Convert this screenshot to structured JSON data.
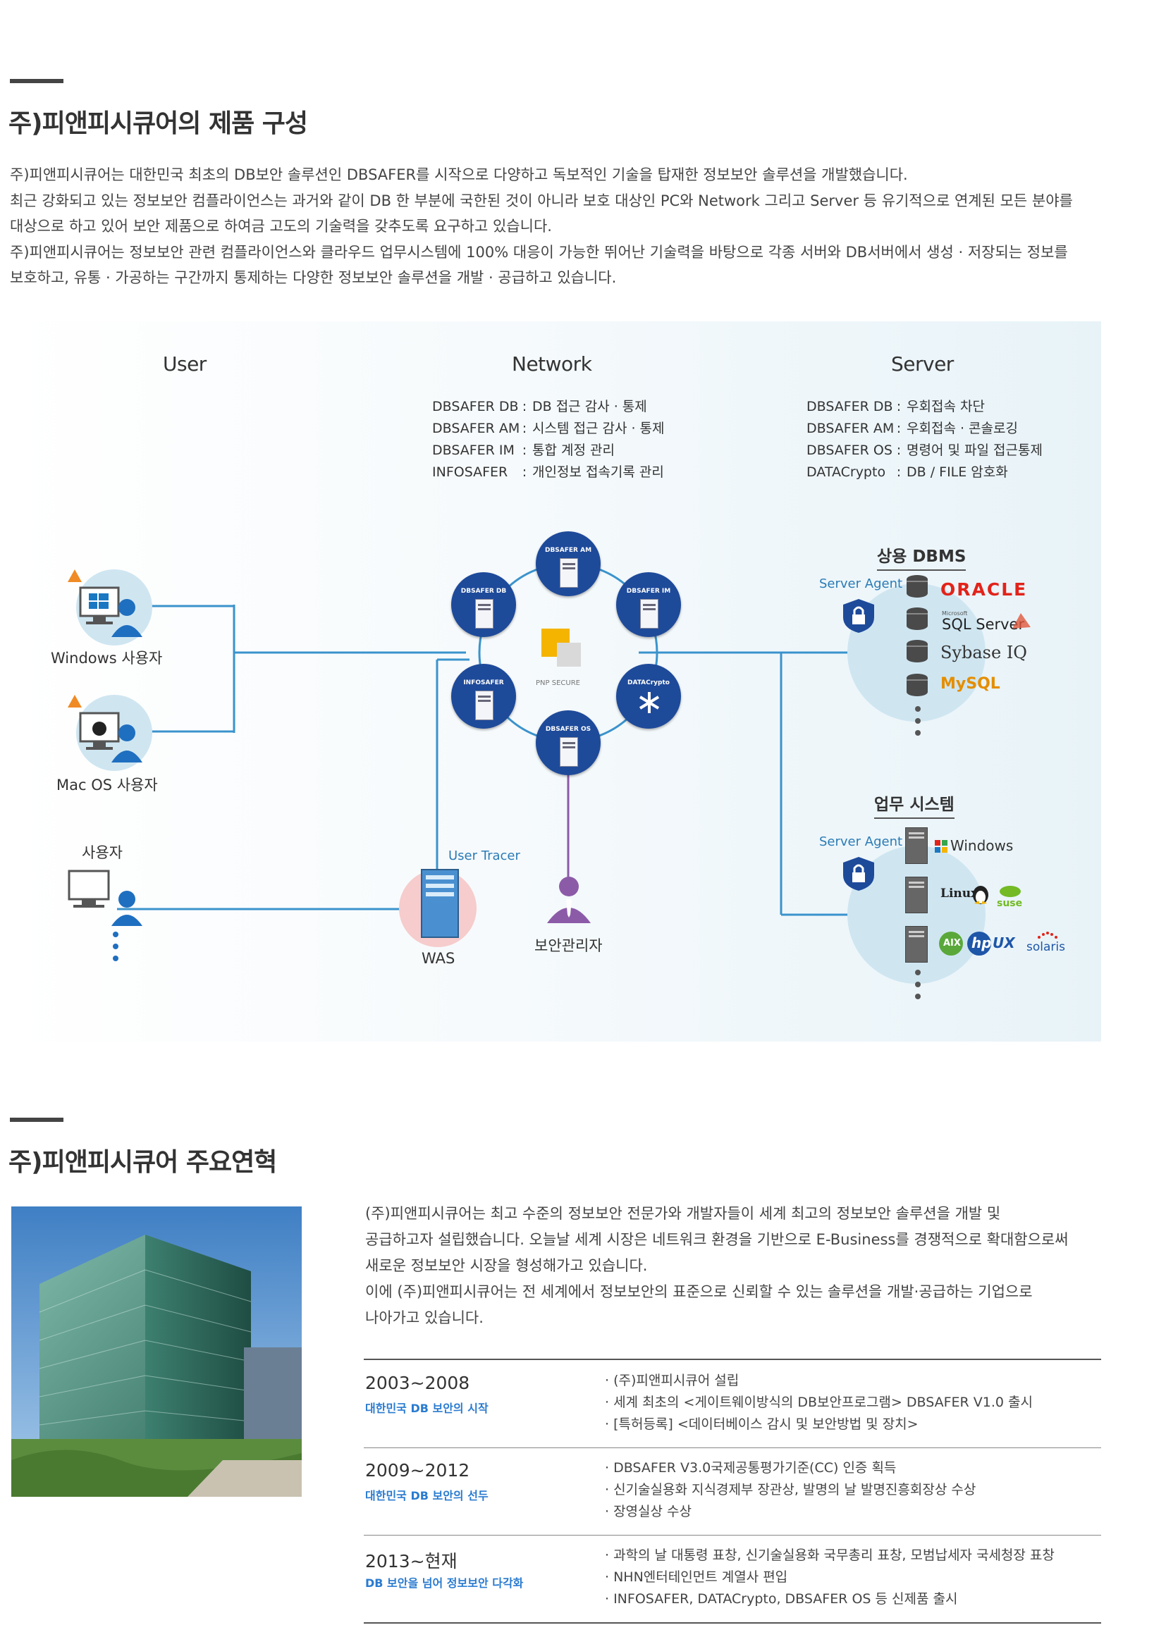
{
  "section1": {
    "title": "주)피앤피시큐어의 제품 구성",
    "paragraph": [
      "주)피앤피시큐어는 대한민국 최초의 DB보안 솔루션인 DBSAFER를 시작으로 다양하고 독보적인 기술을 탑재한 정보보안 솔루션을 개발했습니다.",
      "최근 강화되고 있는 정보보안 컴플라이언스는 과거와 같이 DB 한 부분에 국한된 것이 아니라 보호 대상인 PC와 Network 그리고 Server 등 유기적으로 연계된 모든 분야를",
      "대상으로 하고 있어 보안 제품으로 하여금 고도의 기술력을 갖추도록 요구하고 있습니다.",
      "주)피앤피시큐어는 정보보안 관련 컴플라이언스와 클라우드 업무시스템에 100% 대응이 가능한 뛰어난 기술력을 바탕으로 각종 서버와 DB서버에서 생성 · 저장되는 정보를",
      "보호하고, 유통 · 가공하는 구간까지 통제하는 다양한 정보보안 솔루션을 개발 · 공급하고 있습니다."
    ]
  },
  "diagram": {
    "user_title": "User",
    "network_title": "Network",
    "server_title": "Server",
    "network_products": [
      {
        "name": "DBSAFER DB",
        "desc": "DB 접근 감사 · 통제"
      },
      {
        "name": "DBSAFER AM",
        "desc": "시스템 접근 감사 · 통제"
      },
      {
        "name": "DBSAFER IM",
        "desc": "통합 계정 관리"
      },
      {
        "name": "INFOSAFER",
        "desc": "개인정보 접속기록 관리"
      }
    ],
    "server_products": [
      {
        "name": "DBSAFER DB",
        "desc": "우회접속 차단"
      },
      {
        "name": "DBSAFER AM",
        "desc": "우회접속 · 콘솔로깅"
      },
      {
        "name": "DBSAFER OS",
        "desc": "명령어 및 파일 접근통제"
      },
      {
        "name": "DATACrypto",
        "desc": "DB / FILE 암호화"
      }
    ],
    "colon": ":",
    "users": {
      "windows": "Windows 사용자",
      "mac": "Mac OS 사용자",
      "user": "사용자"
    },
    "nodes": {
      "am": "DBSAFER AM",
      "db": "DBSAFER DB",
      "im": "DBSAFER IM",
      "info": "INFOSAFER",
      "crypto": "DATACrypto",
      "os": "DBSAFER OS"
    },
    "center_logo": "PNP SECURE",
    "user_tracer": "User Tracer",
    "was": "WAS",
    "admin": "보안관리자",
    "dbms_title": "상용 DBMS",
    "biz_title": "업무 시스템",
    "server_agent": "Server Agent",
    "dbms_logos": {
      "oracle": "ORACLE",
      "sql_small": "Microsoft",
      "sql": "SQL Server",
      "sybase": "Sybase IQ",
      "mysql": "MySQL"
    },
    "os_logos": {
      "windows": "Windows",
      "linux": "Linux",
      "suse": "suse",
      "aix": "AIX",
      "hp": "hp",
      "ux": "UX",
      "solaris": "solaris"
    },
    "colors": {
      "line_blue": "#3a93cc",
      "node_blue": "#1e4a9a",
      "admin_purple": "#8c5ba8",
      "oracle_red": "#e2231a"
    }
  },
  "section2": {
    "title": "주)피앤피시큐어 주요연혁",
    "paragraph": [
      "(주)피앤피시큐어는 최고 수준의 정보보안 전문가와 개발자들이 세계 최고의 정보보안 솔루션을 개발 및",
      "공급하고자 설립했습니다. 오늘날 세계 시장은 네트워크 환경을 기반으로 E-Business를 경쟁적으로 확대함으로써",
      "새로운 정보보안 시장을 형성해가고 있습니다.",
      " 이에 (주)피앤피시큐어는 전 세계에서 정보보안의 표준으로 신뢰할 수 있는 솔루션을 개발·공급하는 기업으로",
      "나아가고 있습니다."
    ],
    "timeline": [
      {
        "period": "2003~2008",
        "subtitle": "대한민국 DB 보안의 시작",
        "items": [
          "· (주)피앤피시큐어 설립",
          "· 세계 최초의 <게이트웨이방식의 DB보안프로그램> DBSAFER V1.0 출시",
          "· [특허등록] <데이터베이스 감시 및 보안방법 및 장치>"
        ]
      },
      {
        "period": "2009~2012",
        "subtitle": "대한민국 DB 보안의 선두",
        "items": [
          "· DBSAFER V3.0국제공통평가기준(CC) 인증 획득",
          "· 신기술실용화 지식경제부 장관상, 발명의 날 발명진흥회장상 수상",
          "· 장영실상 수상"
        ]
      },
      {
        "period": "2013~현재",
        "subtitle": "DB 보안을 넘어 정보보안 다각화",
        "items": [
          "· 과학의 날 대통령 표창, 신기술실용화 국무총리 표창, 모범납세자 국세청장 표창",
          "· NHN엔터테인먼트 계열사 편입",
          "· INFOSAFER, DATACrypto, DBSAFER OS 등 신제품 출시"
        ]
      }
    ]
  }
}
